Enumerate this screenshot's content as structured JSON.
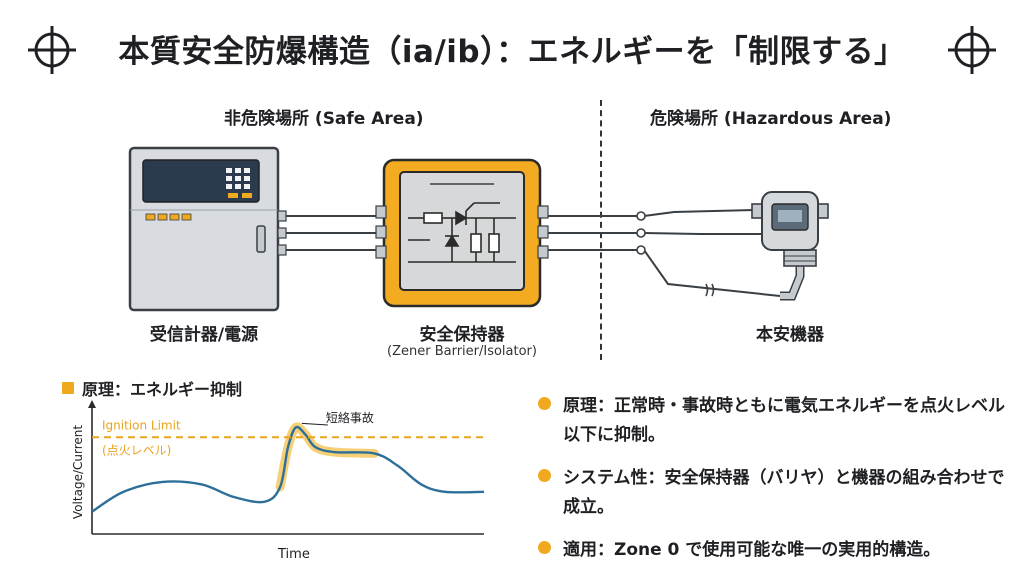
{
  "title": "本質安全防爆構造（ia/ib）：エネルギーを「制限する」",
  "zones": {
    "safe": "非危険場所 (Safe Area)",
    "hazardous": "危険場所 (Hazardous Area)"
  },
  "devices": {
    "receiver": "受信計器/電源",
    "barrier": "安全保持器",
    "barrier_sub": "(Zener Barrier/Isolator)",
    "field": "本安機器"
  },
  "principle_heading": "原理：エネルギー抑制",
  "chart_data": {
    "type": "line",
    "title": "",
    "xlabel": "Time",
    "ylabel": "Voltage/Current",
    "threshold": {
      "label": "Ignition Limit",
      "sublabel": "(点火レベル)",
      "y": 0.78,
      "color": "#e8a321"
    },
    "annotation": "短絡事故",
    "series": [
      {
        "color": "#2e6f9a",
        "points": [
          [
            0.0,
            0.18
          ],
          [
            0.08,
            0.34
          ],
          [
            0.18,
            0.42
          ],
          [
            0.28,
            0.4
          ],
          [
            0.36,
            0.3
          ],
          [
            0.44,
            0.26
          ],
          [
            0.48,
            0.38
          ],
          [
            0.5,
            0.7
          ],
          [
            0.52,
            0.86
          ],
          [
            0.545,
            0.8
          ],
          [
            0.57,
            0.7
          ],
          [
            0.62,
            0.66
          ],
          [
            0.72,
            0.65
          ],
          [
            0.78,
            0.55
          ],
          [
            0.84,
            0.4
          ],
          [
            0.9,
            0.34
          ],
          [
            1.0,
            0.34
          ]
        ]
      }
    ]
  },
  "bullets": [
    "原理：正常時・事故時ともに電気エネルギーを点火レベル以下に抑制。",
    "システム性：安全保持器（バリヤ）と機器の組み合わせで成立。",
    "適用：Zone 0 で使用可能な唯一の実用的構造。"
  ],
  "colors": {
    "accent": "#f0a81e",
    "barrier_fill": "#f3ab22",
    "cabinet": "#d8dce0",
    "curve": "#2e6f9a"
  }
}
